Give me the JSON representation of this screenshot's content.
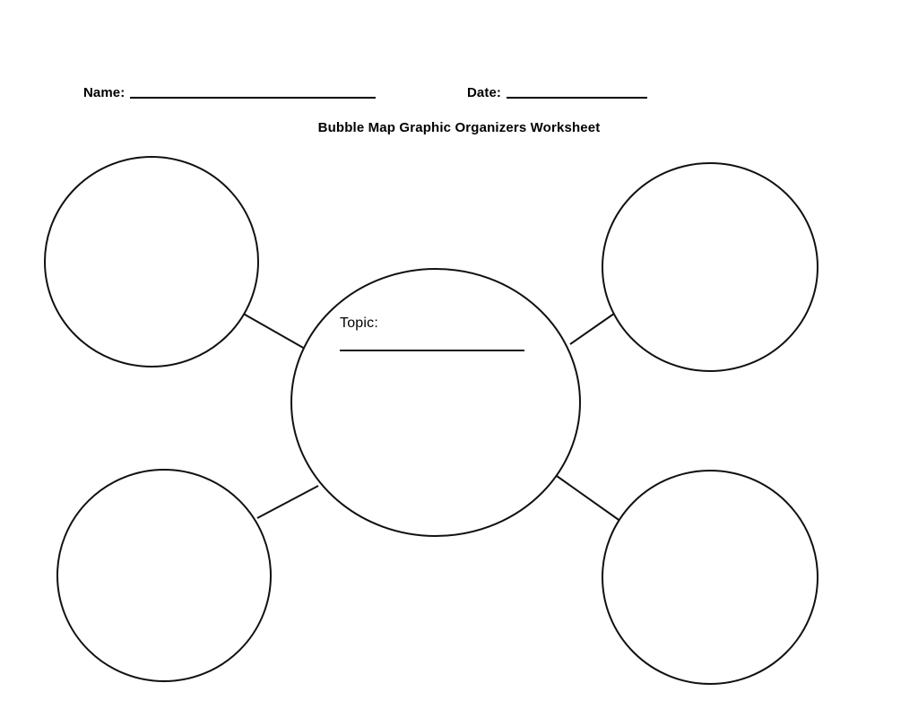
{
  "page": {
    "title": "Bubble Map Graphic Organizers Worksheet",
    "background_color": "#ffffff",
    "ink_color": "#111111"
  },
  "header": {
    "name_field": {
      "label": "Name:",
      "value": "",
      "placeholder": ""
    },
    "date_field": {
      "label": "Date:",
      "value": "",
      "placeholder": ""
    }
  },
  "diagram": {
    "type": "bubble-map",
    "center": {
      "name": "topic-bubble",
      "label": "Topic:",
      "value": "",
      "shape": "ellipse"
    },
    "bubbles": [
      {
        "position": "top-left",
        "label": "",
        "shape": "circle"
      },
      {
        "position": "top-right",
        "label": "",
        "shape": "circle"
      },
      {
        "position": "bottom-left",
        "label": "",
        "shape": "circle"
      },
      {
        "position": "bottom-right",
        "label": "",
        "shape": "circle"
      }
    ],
    "connector_count": 4
  }
}
